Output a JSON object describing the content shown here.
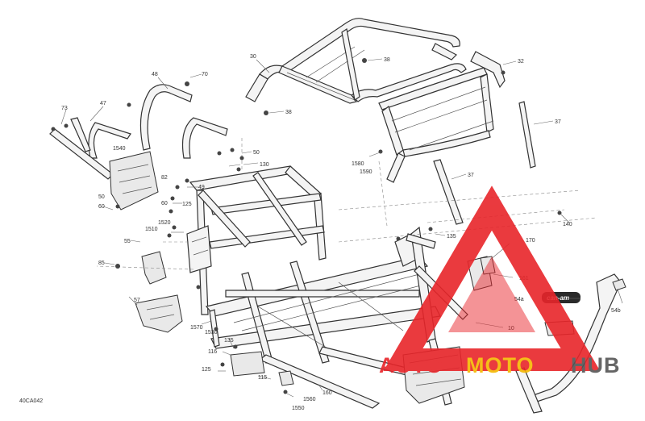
{
  "diagram_code": "40CA042",
  "watermark": {
    "word_part1": "AUTO",
    "word_part2": "MOTO",
    "word_part3": "HUB",
    "color_main": "#e8252a",
    "color_dark": "#555555",
    "color_yellow": "#f5b800"
  },
  "badge_text": "can-am",
  "labels": {
    "l30": "30",
    "l38a": "38",
    "l32": "32",
    "l38b": "38",
    "l37a": "37",
    "l37b": "37",
    "l1580": "1580",
    "l1590": "1590",
    "l48": "48",
    "l70": "70",
    "l47": "47",
    "l73": "73",
    "l1540": "1540",
    "l50a": "50",
    "l130": "130",
    "l82": "82",
    "l49": "49",
    "l50b": "50",
    "l125a": "125",
    "l60a": "60",
    "l60b": "60",
    "l1520": "1520",
    "l1510": "1510",
    "l55": "55",
    "l85": "85",
    "l57": "57",
    "l1570": "1570",
    "l1530": "1530",
    "l135a": "135",
    "l116": "116",
    "l125b": "125",
    "l115": "115",
    "l160": "160",
    "l1560": "1560",
    "l1550": "1550",
    "l135b": "135",
    "l140": "140",
    "l170": "170",
    "l161": "161",
    "l54a": "54a",
    "l10": "10",
    "l54b": "54b"
  }
}
